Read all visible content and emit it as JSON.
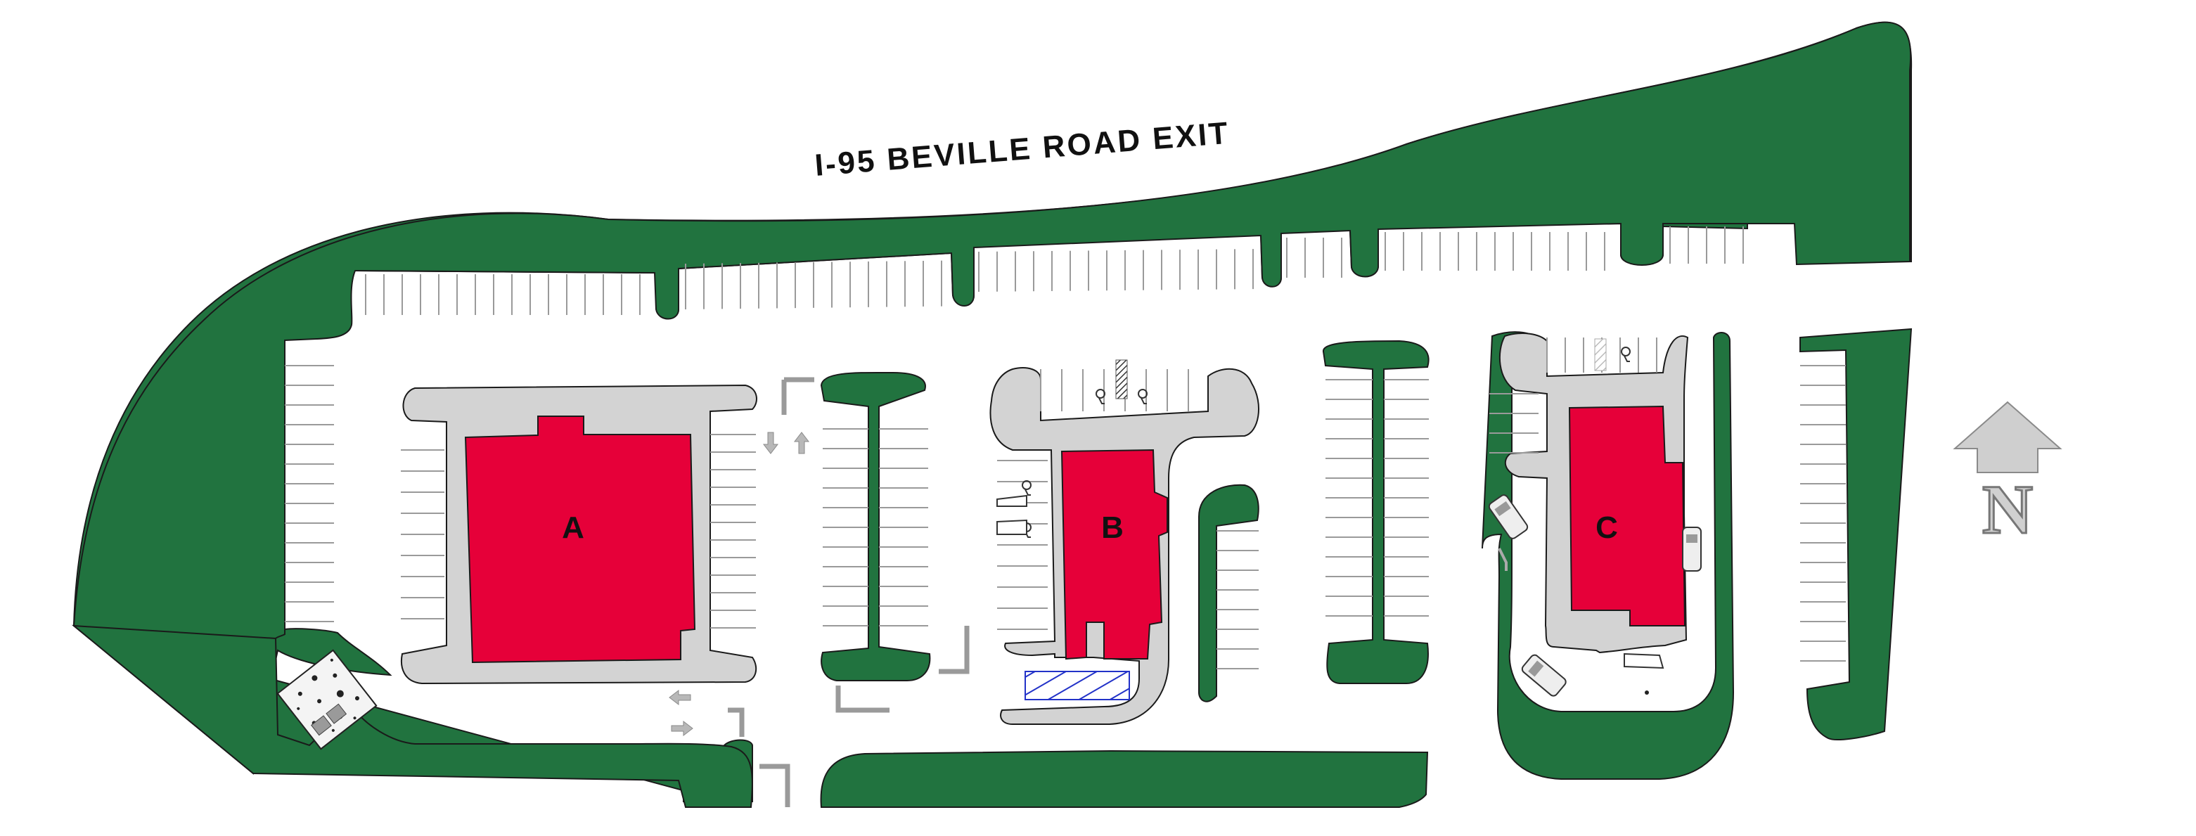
{
  "map": {
    "road_label": "I-95 BEVILLE ROAD EXIT",
    "north_label": "N",
    "buildings": [
      {
        "id": "A",
        "label": "A"
      },
      {
        "id": "B",
        "label": "B"
      },
      {
        "id": "C",
        "label": "C"
      }
    ],
    "colors": {
      "landscape": "#21733f",
      "building": "#e60039",
      "sidewalk": "#d3d3d3",
      "lot": "#ffffff",
      "striping": "#9a9a9a"
    },
    "icons": [
      "north-arrow-icon",
      "handicap-parking-icon",
      "traffic-arrow-icon",
      "crosswalk-hatch-icon",
      "dumpster-enclosure-icon",
      "parked-car-icon"
    ]
  }
}
